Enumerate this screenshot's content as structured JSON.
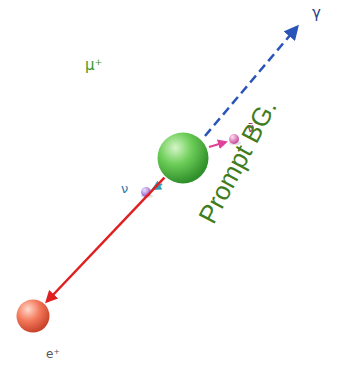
{
  "diagram": {
    "nodes": [
      {
        "text": [
          "μ⁺"
        ]
      },
      {
        "text": [
          "e⁺"
        ]
      }
    ],
    "edges": [
      {
        "from": 0,
        "to": 1,
        "arrow": "to"
      }
    ],
    "labels": [
      "γ",
      "ν",
      "ν̄",
      "Prompt BG."
    ]
  }
}
